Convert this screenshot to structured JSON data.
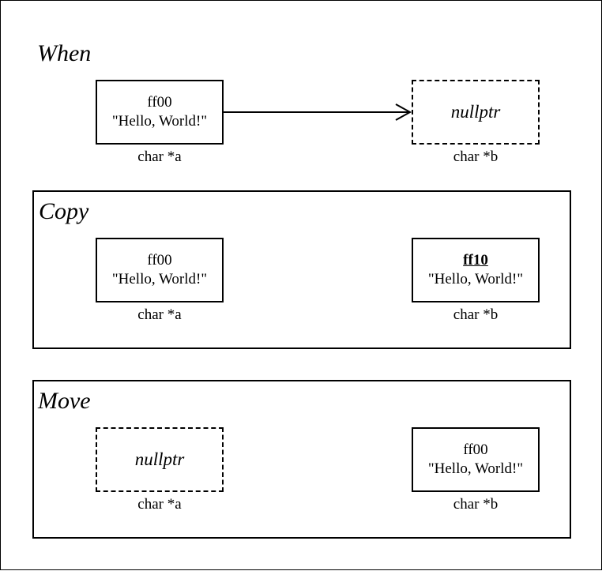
{
  "when": {
    "title": "When",
    "a": {
      "address": "ff00",
      "value": "\"Hello, World!\"",
      "label": "char *a"
    },
    "b": {
      "value": "nullptr",
      "label": "char *b"
    }
  },
  "copy": {
    "title": "Copy",
    "a": {
      "address": "ff00",
      "value": "\"Hello, World!\"",
      "label": "char *a"
    },
    "b": {
      "address": "ff10",
      "value": "\"Hello, World!\"",
      "label": "char *b"
    }
  },
  "move": {
    "title": "Move",
    "a": {
      "value": "nullptr",
      "label": "char *a"
    },
    "b": {
      "address": "ff00",
      "value": "\"Hello, World!\"",
      "label": "char *b"
    }
  }
}
